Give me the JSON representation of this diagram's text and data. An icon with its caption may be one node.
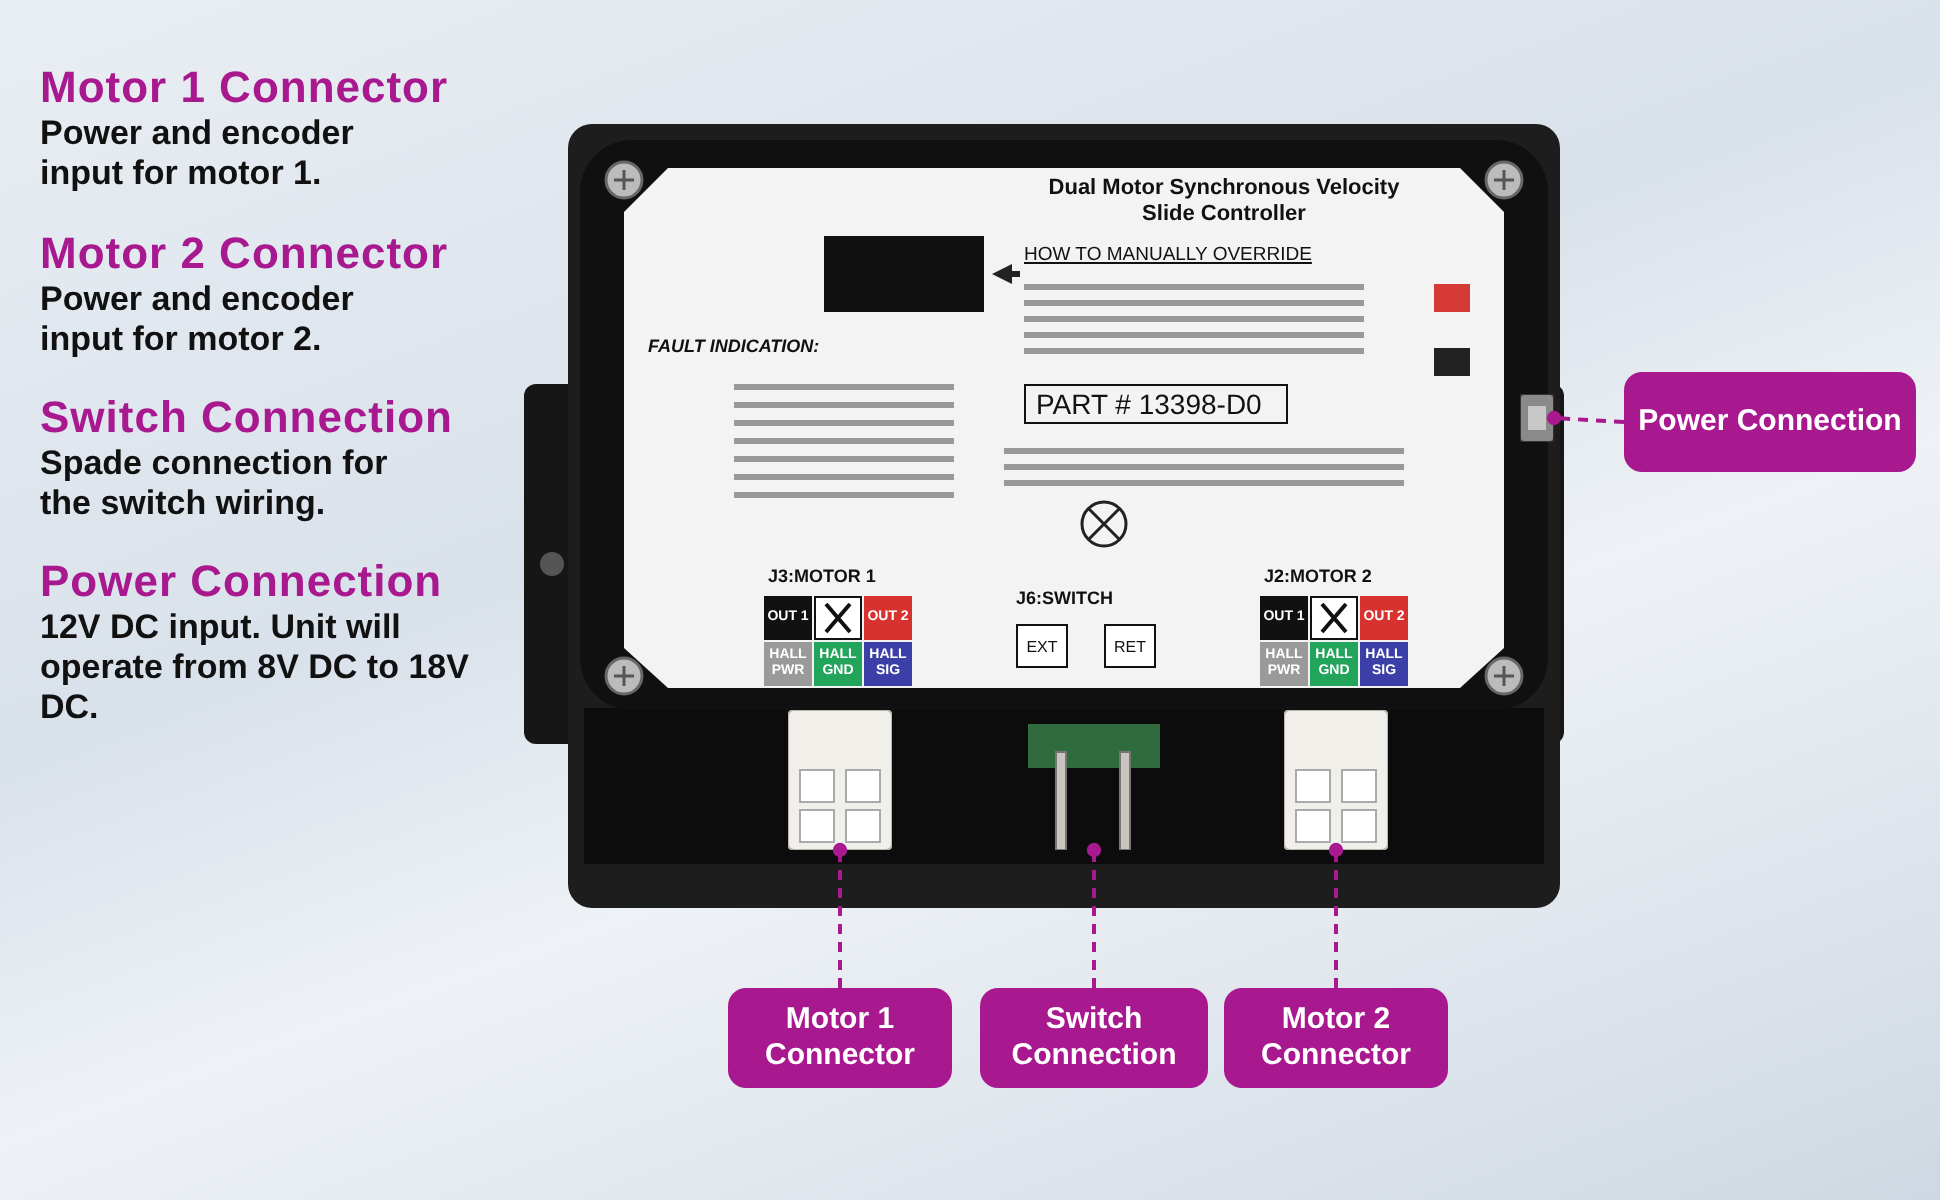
{
  "diagram": {
    "nodes": [
      {
        "text": [],
        "shape": "picture"
      },
      {
        "text": [],
        "shape": "picture",
        "in": 0
      },
      {
        "text": [],
        "shape": "picture",
        "in": 0
      },
      {
        "text": [],
        "shape": "picture",
        "in": 0
      },
      {
        "text": [],
        "shape": "picture",
        "in": 0
      },
      {
        "text": [
          "Power Connection"
        ]
      },
      {
        "text": [
          "Motor 1 Connector"
        ]
      },
      {
        "text": [
          "Switch Connection"
        ]
      },
      {
        "text": [
          "Motor 2 Connector"
        ]
      }
    ],
    "edges": [
      {
        "from": 5,
        "to": 1,
        "arrow": "other",
        "style": "dashed"
      },
      {
        "from": 6,
        "to": 2,
        "arrow": "other",
        "style": "dashed"
      },
      {
        "from": 7,
        "to": 3,
        "arrow": "other",
        "style": "dashed"
      },
      {
        "from": 8,
        "to": 4,
        "arrow": "other",
        "style": "dashed"
      }
    ],
    "labels": [
      "Motor 1 Connector",
      "Power and encoder input for motor 1.",
      "Motor 2 Connector",
      "Power and encoder input for motor 2.",
      "Switch Connection",
      "Spade connection for the switch wiring.",
      "Power Connection",
      "12V DC input. Unit will operate from 8V DC to 18V DC.",
      "Dual Motor Synchronous Velocity Slide Controller",
      "HOW TO MANUALLY OVERRIDE",
      "FAULT INDICATION:",
      "PART # 13398-D0",
      "J3:MOTOR 1",
      "OUT 1",
      "OUT 2",
      "HALL PWR",
      "HALL GND",
      "HALL SIG",
      "J6:SWITCH",
      "EXT",
      "RET",
      "J2:MOTOR 2",
      "OUT 1",
      "OUT 2",
      "HALL PWR",
      "HALL GND",
      "HALL SIG"
    ]
  }
}
